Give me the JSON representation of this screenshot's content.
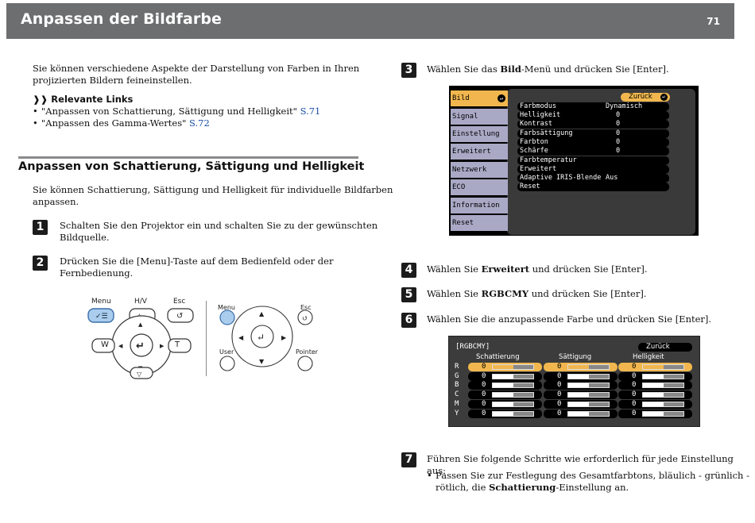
{
  "header": {
    "title": "Anpassen der Bildfarbe",
    "page_number": "71"
  },
  "intro": {
    "line1": "Sie können verschiedene Aspekte der Darstellung von Farben in Ihren",
    "line2": "projizierten Bildern feineinstellen."
  },
  "related": {
    "title": "Relevante Links",
    "links": [
      {
        "text": "\"Anpassen von Schattierung, Sättigung und Helligkeit\"",
        "ref": "S.71"
      },
      {
        "text": "\"Anpassen des Gamma-Wertes\"",
        "ref": "S.72"
      }
    ]
  },
  "section": {
    "title": "Anpassen von Schattierung, Sättigung und Helligkeit",
    "desc_line1": "Sie können Schattierung, Sättigung und Helligkeit für individuelle Bildfarben",
    "desc_line2": "anpassen."
  },
  "steps": {
    "s1": {
      "num": "1",
      "line1": "Schalten Sie den Projektor ein und schalten Sie zu der gewünschten",
      "line2": "Bildquelle."
    },
    "s2": {
      "num": "2",
      "line1": "Drücken Sie die [Menu]-Taste auf dem Bedienfeld oder der",
      "line2": "Fernbedienung."
    },
    "s3": {
      "num": "3",
      "pre": "Wählen Sie das ",
      "bold": "Bild",
      "post": "-Menü und drücken Sie [Enter]."
    },
    "s4": {
      "num": "4",
      "pre": "Wählen Sie ",
      "bold": "Erweitert",
      "post": " und drücken Sie [Enter]."
    },
    "s5": {
      "num": "5",
      "pre": "Wählen Sie ",
      "bold": "RGBCMY",
      "post": " und drücken Sie [Enter]."
    },
    "s6": {
      "num": "6",
      "text": "Wählen Sie die anzupassende Farbe und drücken Sie [Enter]."
    },
    "s7": {
      "num": "7",
      "text": "Führen Sie folgende Schritte wie erforderlich für jede Einstellung aus:",
      "bullet_line1": "Passen Sie zur Festlegung des Gesamtfarbtons, bläulich - grünlich -",
      "bullet_pre": "rötlich, die ",
      "bullet_bold": "Schattierung",
      "bullet_post": "-Einstellung an."
    }
  },
  "panel_buttons": {
    "menu": "Menu",
    "hv": "H/V",
    "esc": "Esc",
    "w": "W",
    "t": "T"
  },
  "remote_buttons": {
    "menu": "Menu",
    "esc": "Esc",
    "user": "User",
    "pointer": "Pointer"
  },
  "menu": {
    "tabs": [
      "Bild",
      "Signal",
      "Einstellung",
      "Erweitert",
      "Netzwerk",
      "ECO",
      "Information",
      "Reset"
    ],
    "back": "Zurück",
    "rows": [
      {
        "label": "Farbmodus",
        "value": "Dynamisch"
      },
      {
        "label": "Helligkeit",
        "value": "0"
      },
      {
        "label": "Kontrast",
        "value": "0"
      },
      {
        "label": "Farbsättigung",
        "value": "0"
      },
      {
        "label": "Farbton",
        "value": "0"
      },
      {
        "label": "Schärfe",
        "value": "0"
      },
      {
        "label": "Farbtemperatur",
        "value": ""
      },
      {
        "label": "Erweitert",
        "value": ""
      },
      {
        "label": "Adaptive IRIS-Blende",
        "value": "Aus"
      },
      {
        "label": "Reset",
        "value": ""
      }
    ]
  },
  "rgbcmy": {
    "title": "[RGBCMY]",
    "back": "Zurück",
    "columns": [
      "Schattierung",
      "Sättigung",
      "Helligkeit"
    ],
    "rows": [
      {
        "color": "R",
        "values": [
          "0",
          "0",
          "0"
        ]
      },
      {
        "color": "G",
        "values": [
          "0",
          "0",
          "0"
        ]
      },
      {
        "color": "B",
        "values": [
          "0",
          "0",
          "0"
        ]
      },
      {
        "color": "C",
        "values": [
          "0",
          "0",
          "0"
        ]
      },
      {
        "color": "M",
        "values": [
          "0",
          "0",
          "0"
        ]
      },
      {
        "color": "Y",
        "values": [
          "0",
          "0",
          "0"
        ]
      }
    ],
    "accent": "#f1b74e"
  }
}
